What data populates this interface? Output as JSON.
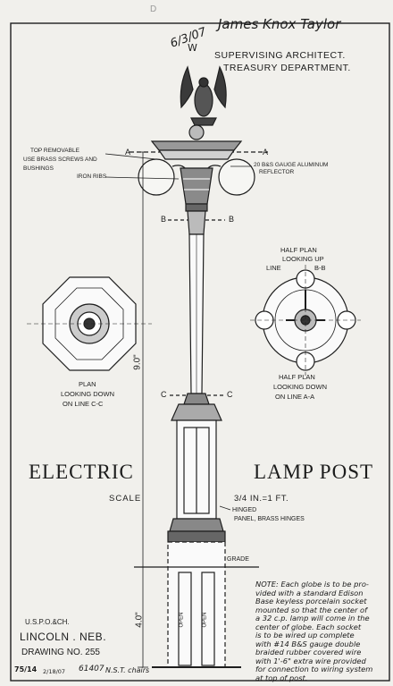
{
  "signature": "James Knox Taylor",
  "initials": "W",
  "date_stamp": "6/3/07",
  "office": {
    "line1": "SUPERVISING ARCHITECT.",
    "line2": "TREASURY DEPARTMENT."
  },
  "callouts": {
    "top_removable_1": "TOP REMOVABLE",
    "top_removable_2": "USE BRASS SCREWS AND",
    "top_removable_3": "BUSHINGS",
    "iron_ribs": "IRON RIBS",
    "reflector_1": "20 B&S GAUGE ALUMINUM",
    "reflector_2": "REFLECTOR",
    "hinged_1": "HINGED",
    "hinged_2": "PANEL, BRASS HINGES",
    "grade": "GRADE",
    "open_left": "OPEN",
    "open_right": "OPEN"
  },
  "section_marks": {
    "a_left": "A",
    "a_right": "A",
    "b_left": "B",
    "b_right": "B",
    "c_left": "C",
    "c_right": "C"
  },
  "dimensions": {
    "upper": "9.0\"",
    "lower": "4.0\""
  },
  "half_plan_up": {
    "line1": "HALF PLAN",
    "line2": "LOOKING UP",
    "line3": "LINE",
    "line4": "B-B"
  },
  "plan_c": {
    "line1": "PLAN",
    "line2": "LOOKING DOWN",
    "line3": "ON LINE C-C"
  },
  "half_plan_down": {
    "line1": "HALF PLAN",
    "line2": "LOOKING DOWN",
    "line3": "ON LINE A-A"
  },
  "title": {
    "left": "ELECTRIC",
    "right": "LAMP POST"
  },
  "scale": {
    "label": "SCALE",
    "value": "3/4 IN.=1 FT."
  },
  "project": {
    "line1": "U.S.P.O.&CH.",
    "line2": "LINCOLN . NEB.",
    "line3": "DRAWING NO. 255"
  },
  "note": [
    "NOTE: Each globe is to be pro-",
    "vided with a standard Edison",
    "Base keyless porcelain socket",
    "mounted so that the center of",
    "a 32 c.p. lamp will come in the",
    "center of globe. Each socket",
    "is to be wired up complete",
    "with #14 B&S gauge double",
    "braided rubber covered wire",
    "with 1'-6\" extra wire provided",
    "for connection to wiring system",
    "at top of post."
  ],
  "footer": {
    "stamp": "75/14",
    "date": "2/18/07",
    "number": "61407",
    "initials": "N.S.T. chairs"
  },
  "corner_mark": "D"
}
